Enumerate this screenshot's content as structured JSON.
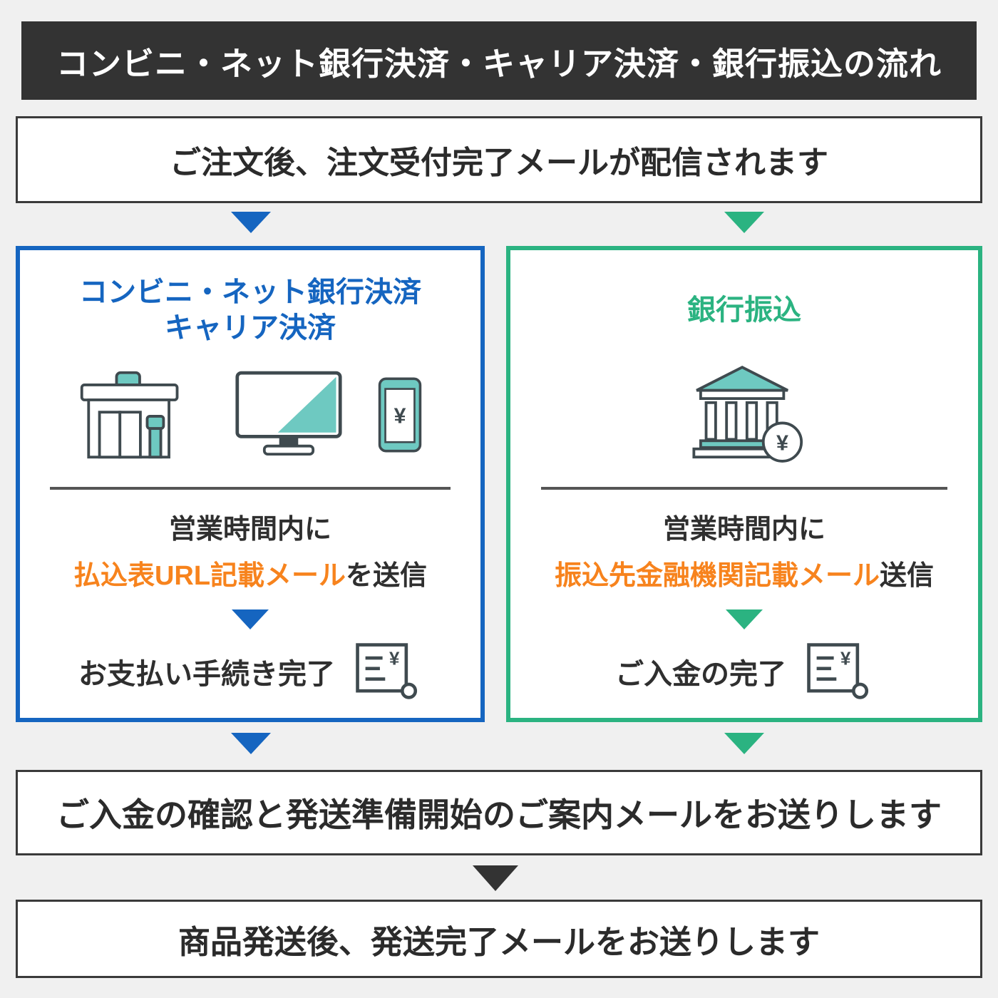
{
  "colors": {
    "page_bg": "#f0f0f0",
    "header_bg": "#333333",
    "accent_blue": "#1565c0",
    "accent_green": "#2bb381",
    "accent_orange": "#f7831d",
    "icon_teal": "#6ec9c1",
    "icon_outline": "#3f4a4f",
    "text_dark": "#2f2f2f"
  },
  "header": {
    "title": "コンビニ・ネット銀行決済・キャリア決済・銀行振込の流れ"
  },
  "steps": {
    "order_received": "ご注文後、注文受付完了メールが配信されます",
    "payment_confirmed": "ご入金の確認と発送準備開始のご案内メールをお送りします",
    "shipped": "商品発送後、発送完了メールをお送りします"
  },
  "left_panel": {
    "title_line1": "コンビニ・ネット銀行決済",
    "title_line2": "キャリア決済",
    "hours_line": "営業時間内に",
    "mail_highlight": "払込表URL記載メール",
    "mail_suffix": "を送信",
    "complete_label": "お支払い手続き完了",
    "phone_symbol": "¥"
  },
  "right_panel": {
    "title": "銀行振込",
    "hours_line": "営業時間内に",
    "mail_highlight": "振込先金融機関記載メール",
    "mail_suffix": "送信",
    "complete_label": "ご入金の完了",
    "bank_symbol": "¥"
  },
  "icons": {
    "receipt_symbol": "¥"
  }
}
